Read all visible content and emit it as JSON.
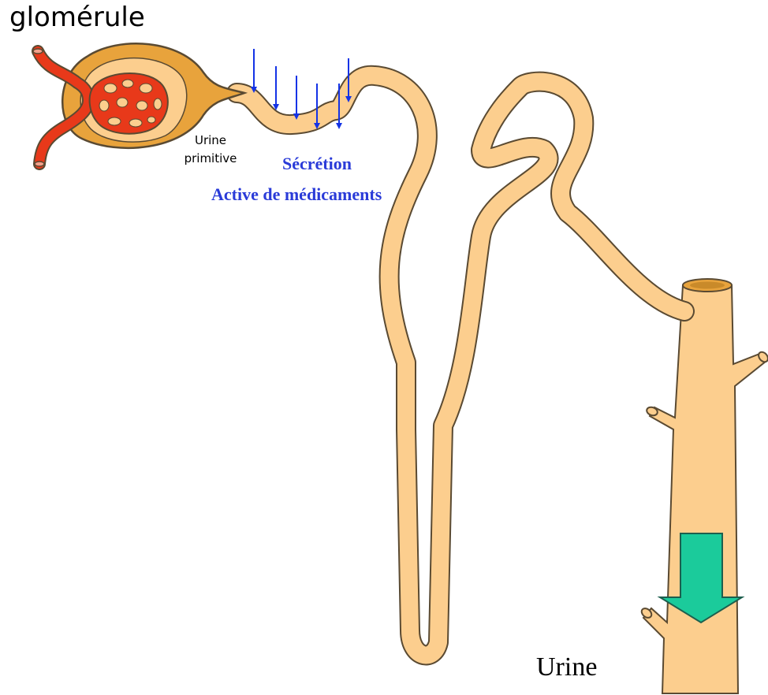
{
  "labels": {
    "glomerulus": "glomérule",
    "primitive_urine_line1": "Urine",
    "primitive_urine_line2": "primitive",
    "secretion_line1": "Sécrétion",
    "secretion_line2": "Active de médicaments",
    "final_urine": "Urine"
  },
  "colors": {
    "tubule_fill": "#FCCE8E",
    "tubule_outline": "#5A4A32",
    "capsule_fill": "#E8A33C",
    "capillary_red": "#E8391A",
    "secretion_arrows": "#1433E6",
    "flow_arrow": "#1BCB9B",
    "secretion_text": "#2A3BD8"
  },
  "secretion_arrow_count": 6
}
